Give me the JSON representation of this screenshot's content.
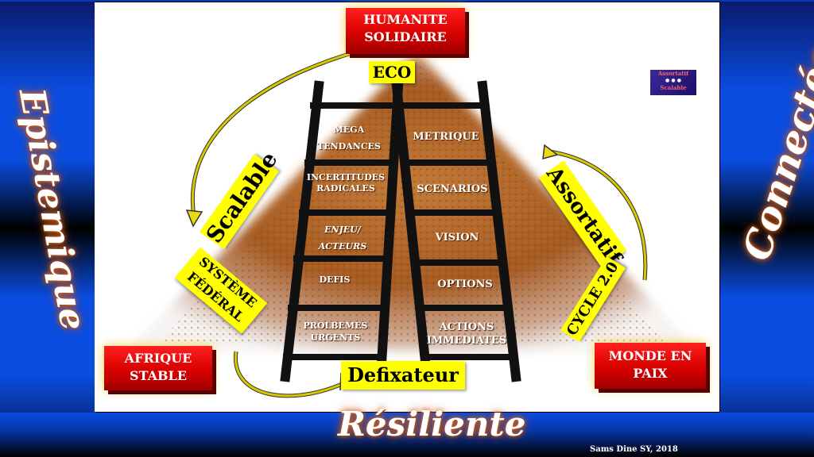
{
  "side_words": {
    "left": "Epistemique",
    "right": "Connectée",
    "bottom": "Résiliente"
  },
  "credit": "Sams Dine SY, 2018",
  "corners": {
    "top": "HUMANITE SOLIDAIRE",
    "left": "AFRIQUE STABLE",
    "right": "MONDE EN PAIX"
  },
  "labels": {
    "eco": "ECO",
    "scalable": "Scalable",
    "federal": "SYSTÈME FÉDÉRAL",
    "assortatif": "Assortatif",
    "cycle": "CYCLE 2.0",
    "defixateur": "Defixateur"
  },
  "badge": {
    "line1": "Assortatif",
    "line2": "Scalable"
  },
  "left_ladder": [
    "MEGA TENDANCES",
    "INCERTITUDES RADICALES",
    "ENJEU/ ACTEURS",
    "DEFIS",
    "PROLBEMES URGENTS"
  ],
  "right_ladder": [
    "METRIQUE",
    "SCENARIOS",
    "VISION",
    "OPTIONS",
    "ACTIONS IMMEDIATES"
  ],
  "colors": {
    "brand_blue": "#0a4de0",
    "red_box": "#d80000",
    "yellow_label": "#ffff00",
    "pyramid": "#b5692a"
  }
}
